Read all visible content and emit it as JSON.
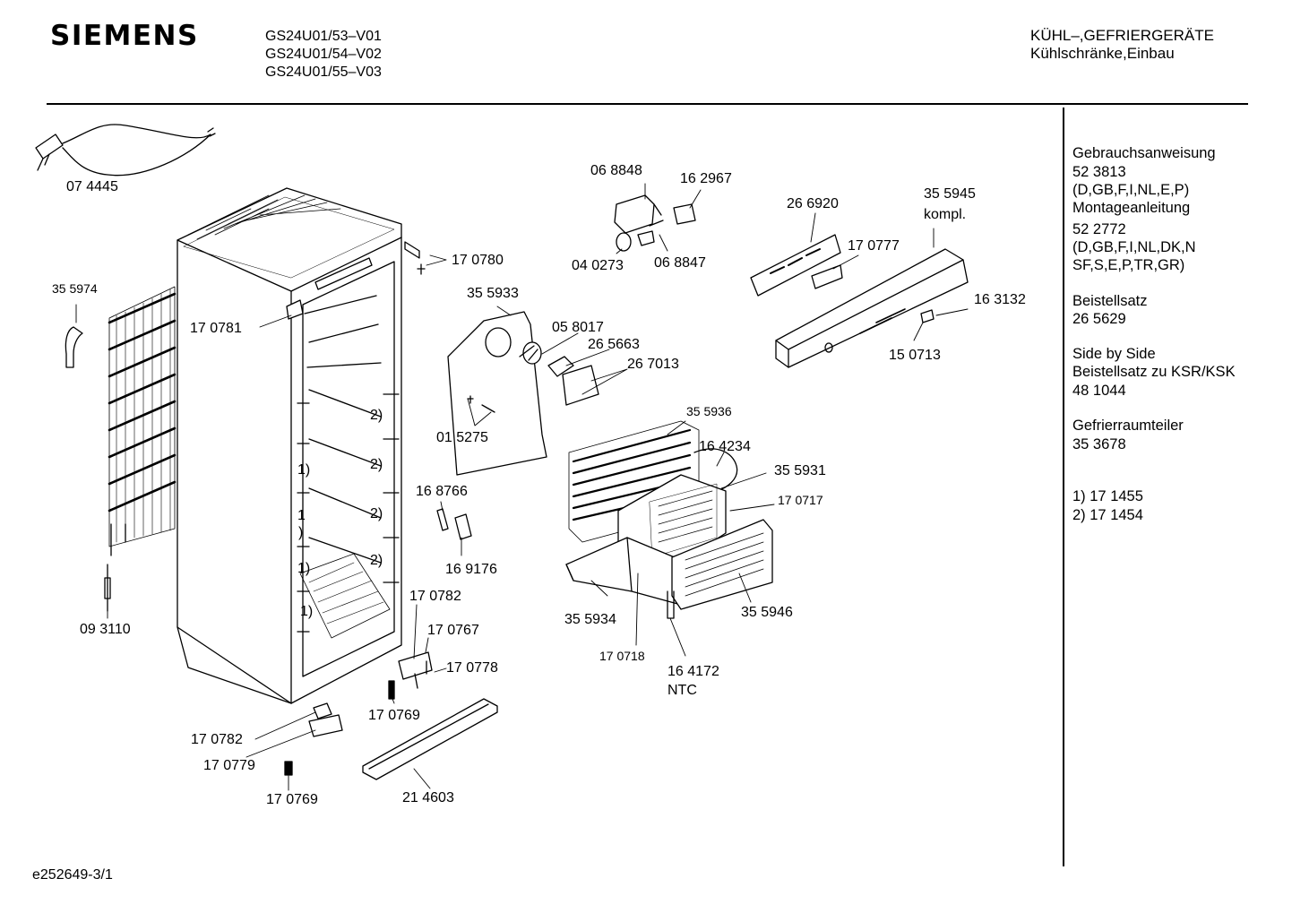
{
  "header": {
    "brand": "SIEMENS",
    "models": [
      "GS24U01/53–V01",
      "GS24U01/54–V02",
      "GS24U01/55–V03"
    ],
    "category": [
      "KÜHL–,GEFRIERGERÄTE",
      "Kühlschränke,Einbau"
    ]
  },
  "sidebar": {
    "lines": [
      "Gebrauchsanweisung",
      "52 3813",
      "(D,GB,F,I,NL,E,P)",
      "Montageanleitung",
      "52 2772",
      "(D,GB,F,I,NL,DK,N",
      "SF,S,E,P,TR,GR)",
      "",
      "Beistellsatz",
      "26 5629",
      "",
      "Side by Side",
      "Beistellsatz zu KSR/KSK",
      "48 1044",
      "",
      "Gefrierraumteiler",
      "35 3678",
      "",
      "",
      "1) 17 1455",
      "2) 17 1454"
    ]
  },
  "parts": {
    "p074445": "07 4445",
    "p355974": "35 5974",
    "p093110": "09 3110",
    "p170781": "17 0781",
    "p170780": "17 0780",
    "p170782a": "17 0782",
    "p170767": "17 0767",
    "p170778": "17 0778",
    "p170769a": "17 0769",
    "p170782b": "17 0782",
    "p170779": "17 0779",
    "p170769b": "17 0769",
    "p214603": "21 4603",
    "p068848": "06 8848",
    "p162967": "16 2967",
    "p040273": "04 0273",
    "p068847": "06 8847",
    "p355933": "35 5933",
    "p058017": "05 8017",
    "p265663": "26 5663",
    "p267013": "26 7013",
    "p015275": "01 5275",
    "p168766": "16 8766",
    "p169176": "16 9176",
    "p266920": "26 6920",
    "p170777": "17 0777",
    "p355945": "35 5945",
    "kompl": "kompl.",
    "p163132": "16 3132",
    "p150713": "15 0713",
    "p355936": "35 5936",
    "p164234": "16 4234",
    "p355931": "35 5931",
    "p170717": "17 0717",
    "p355934": "35 5934",
    "p170718": "17 0718",
    "p164172": "16 4172",
    "ntc": "NTC",
    "p355946": "35 5946"
  },
  "markers": {
    "m2a": "2)",
    "m2b": "2)",
    "m2c": "2)",
    "m2d": "2)",
    "m1a": "1)",
    "m1b": "1",
    "m1c": ")",
    "m1d": "1)",
    "m1e": "1)"
  },
  "footer": {
    "code": "e252649-3/1"
  }
}
